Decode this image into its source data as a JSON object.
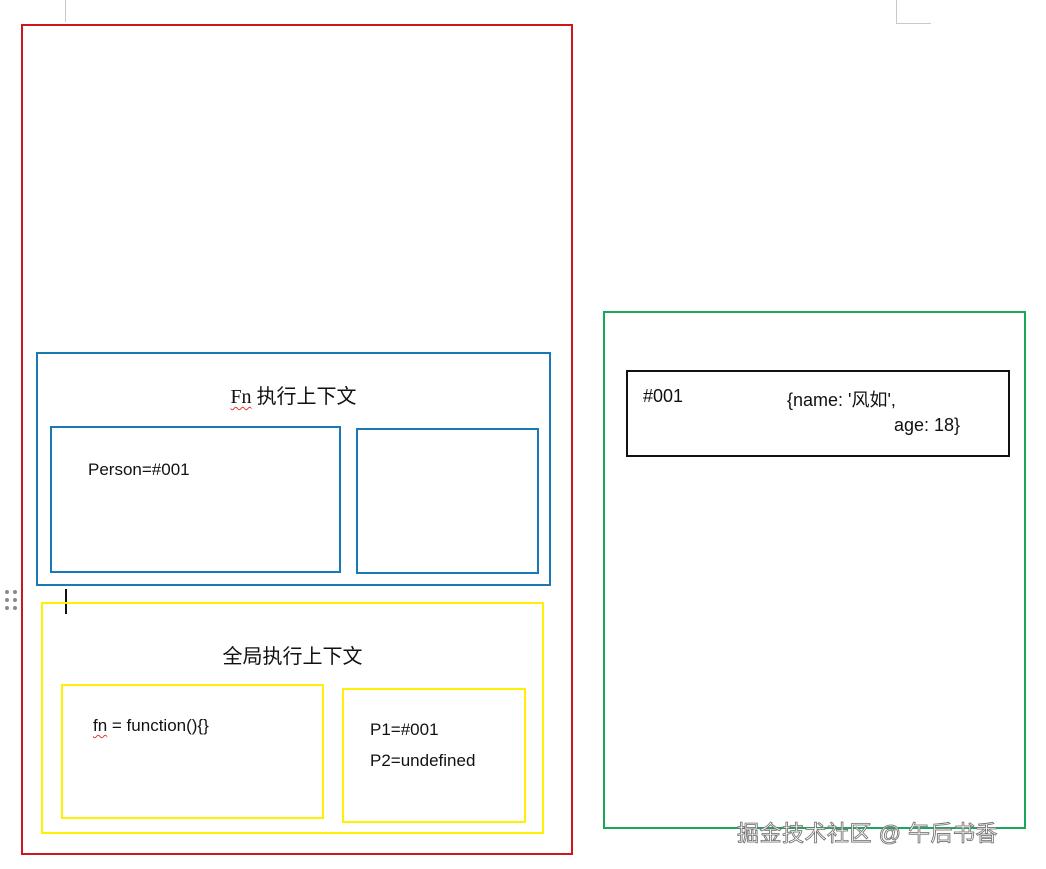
{
  "fn_context": {
    "title_code": "Fn",
    "title_text": "执行上下文",
    "variable_object": "Person=#001"
  },
  "global_context": {
    "title": "全局执行上下文",
    "variable_object": {
      "name": "fn",
      "assignment": " = function(){}"
    },
    "values": [
      "P1=#001",
      "P2=undefined"
    ]
  },
  "heap": {
    "address": "#001",
    "object_line_1": "{name: '风如',",
    "object_line_2": "age: 18}"
  },
  "watermark": "掘金技术社区 @ 午后书香",
  "colors": {
    "stack_border": "#d0161b",
    "heap_border": "#18a85a",
    "fn_context_border": "#1a78b4",
    "global_context_border": "#ffef00",
    "heap_object_border": "#111111"
  }
}
